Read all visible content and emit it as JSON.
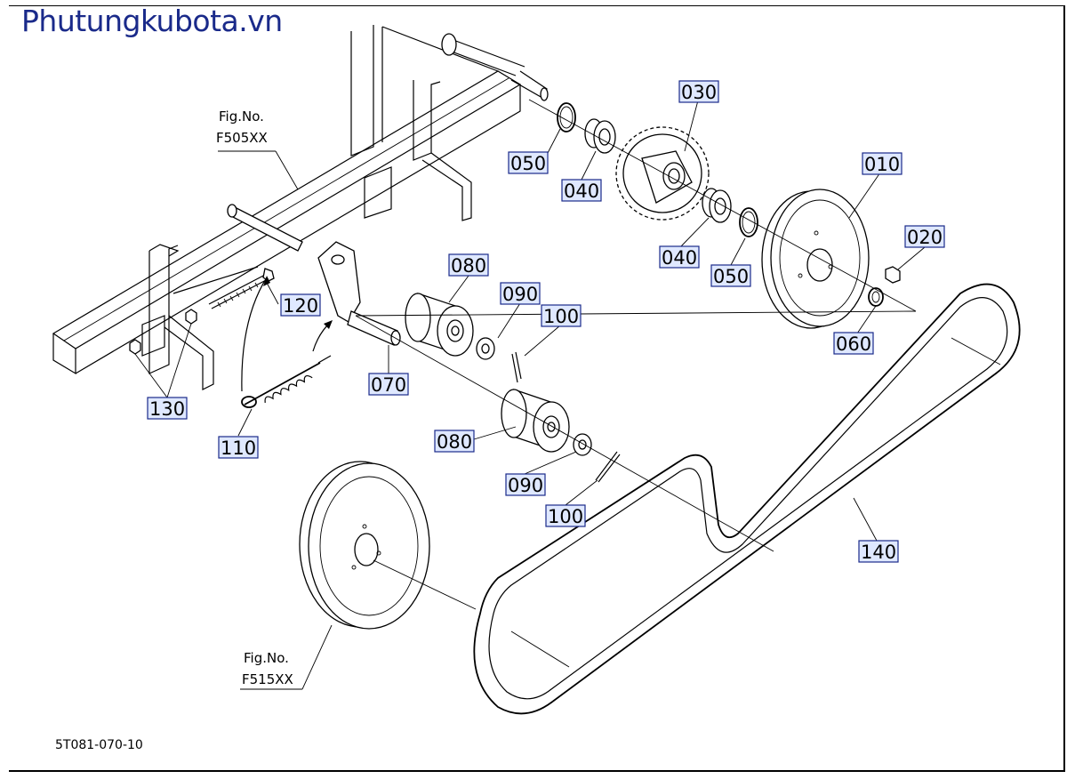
{
  "watermark": "Phutungkubota.vn",
  "figure_refs": [
    {
      "line1": "Fig.No.",
      "line2": "F505XX"
    },
    {
      "line1": "Fig.No.",
      "line2": "F515XX"
    }
  ],
  "part_labels": {
    "p010": "010",
    "p020": "020",
    "p030": "030",
    "p040a": "040",
    "p040b": "040",
    "p050a": "050",
    "p050b": "050",
    "p060": "060",
    "p070": "070",
    "p080a": "080",
    "p080b": "080",
    "p090a": "090",
    "p090b": "090",
    "p100a": "100",
    "p100b": "100",
    "p110": "110",
    "p120": "120",
    "p130": "130",
    "p140": "140"
  },
  "doc_code": "5T081-070-10",
  "colors": {
    "watermark": "#1a2a8a",
    "label_fill": "#dfe8ff",
    "line": "#000000"
  }
}
